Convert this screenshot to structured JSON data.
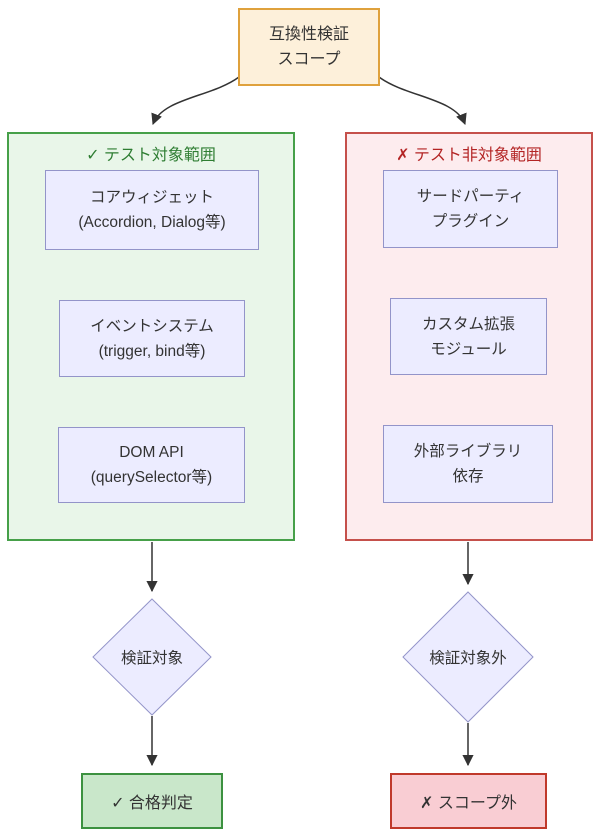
{
  "diagram": {
    "type": "flowchart",
    "root_node": {
      "line1": "互換性検証",
      "line2": "スコープ"
    },
    "scope_in": {
      "title": "✓ テスト対象範囲",
      "nodes": [
        {
          "line1": "コアウィジェット",
          "line2": "(Accordion, Dialog等)"
        },
        {
          "line1": "イベントシステム",
          "line2": "(trigger, bind等)"
        },
        {
          "line1": "DOM API",
          "line2": "(querySelector等)"
        }
      ],
      "decision": "検証対象",
      "result": "✓ 合格判定"
    },
    "scope_out": {
      "title": "✗ テスト非対象範囲",
      "nodes": [
        {
          "line1": "サードパーティ",
          "line2": "プラグイン"
        },
        {
          "line1": "カスタム拡張",
          "line2": "モジュール"
        },
        {
          "line1": "外部ライブラリ",
          "line2": "依存"
        }
      ],
      "decision": "検証対象外",
      "result": "✗ スコープ外"
    },
    "colors": {
      "root_fill": "#fdf0da",
      "root_stroke": "#dfa13c",
      "scope_in_fill": "#e9f6e9",
      "scope_in_stroke": "#46a049",
      "scope_in_title_text": "#2e7d32",
      "scope_out_fill": "#fdecee",
      "scope_out_stroke": "#c5504b",
      "scope_out_title_text": "#b32424",
      "node_fill": "#ececff",
      "node_stroke": "#9394c9",
      "pass_fill": "#c9e7ca",
      "pass_stroke": "#3c9140",
      "fail_fill": "#f9cdd3",
      "fail_stroke": "#c0392b",
      "arrow": "#333333",
      "text": "#333333"
    }
  }
}
